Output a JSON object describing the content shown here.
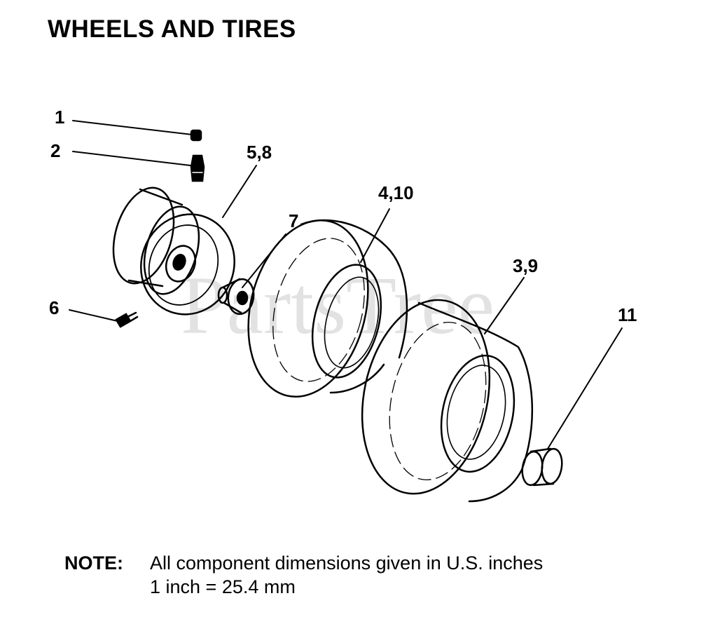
{
  "title": "WHEELS AND TIRES",
  "watermark": "PartsTree",
  "callouts": {
    "c1": "1",
    "c2": "2",
    "c58": "5,8",
    "c7": "7",
    "c410": "4,10",
    "c39": "3,9",
    "c6": "6",
    "c11": "11"
  },
  "note": {
    "label": "NOTE:",
    "line1": "All component dimensions given in U.S. inches",
    "line2": "1 inch = 25.4 mm"
  },
  "colors": {
    "ink": "#000000",
    "watermark": "#d9d9d9",
    "background": "#ffffff"
  }
}
